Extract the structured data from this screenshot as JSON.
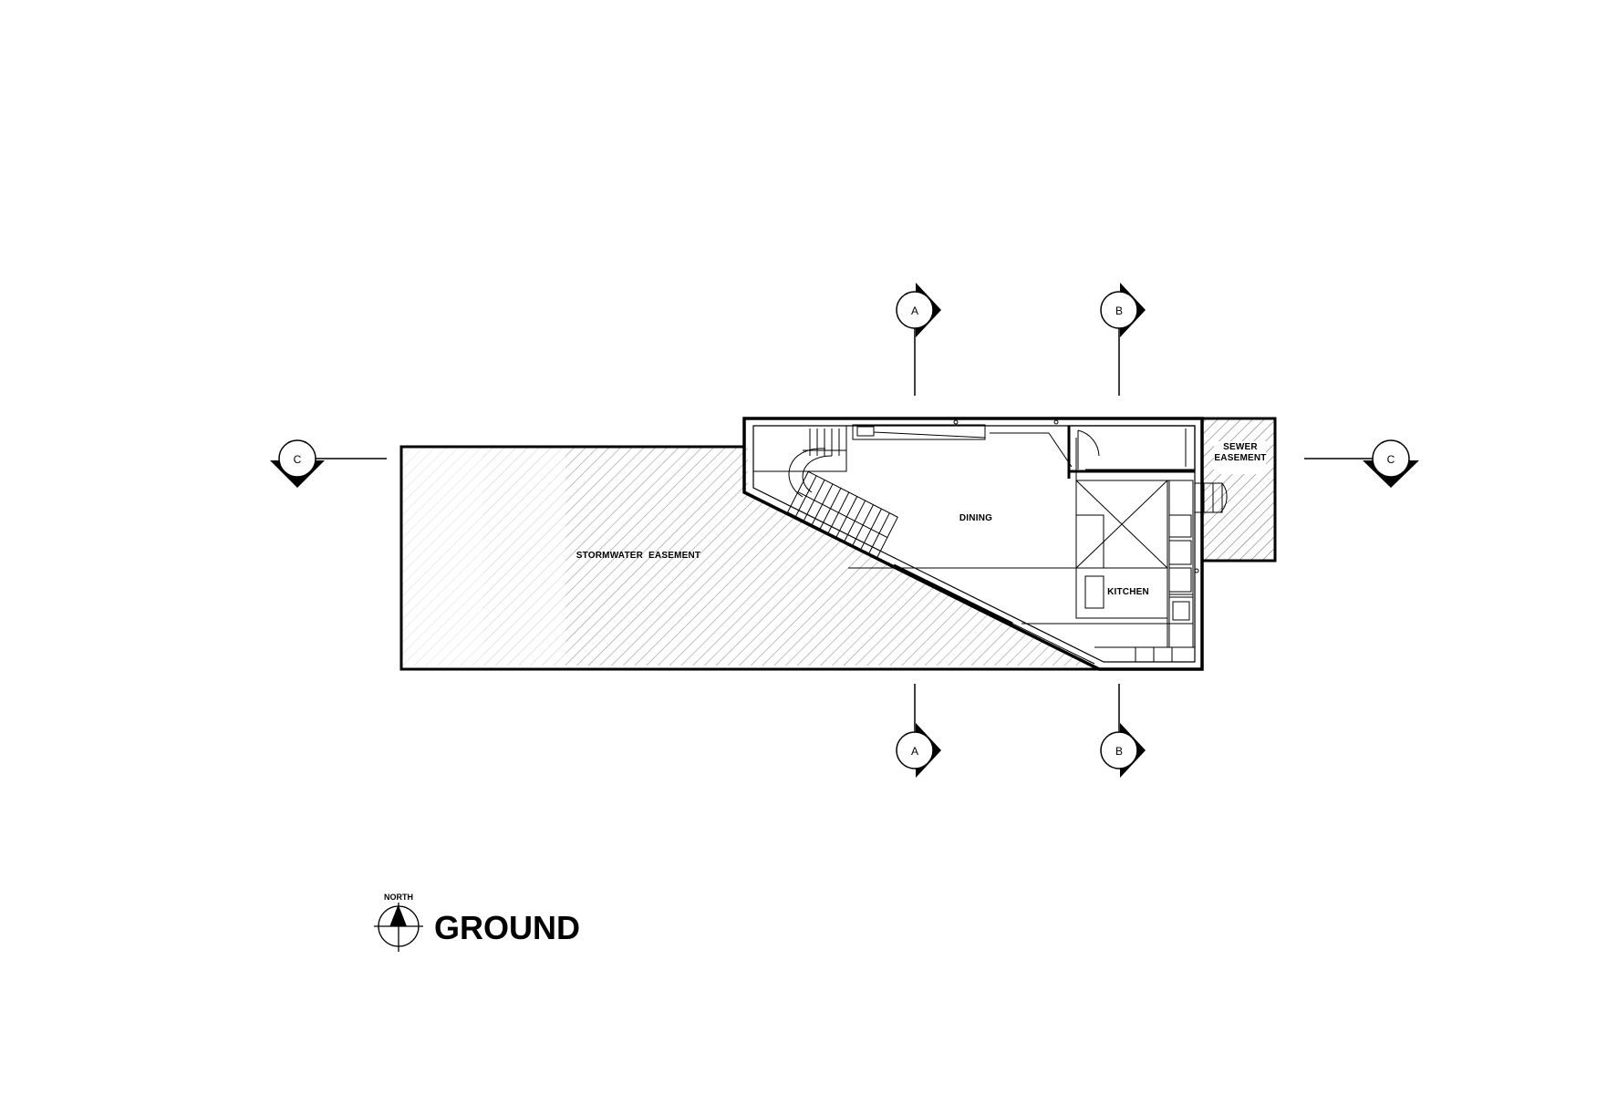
{
  "drawing": {
    "title": "GROUND",
    "north_label": "NORTH"
  },
  "rooms": {
    "dining": "DINING",
    "kitchen": "KITCHEN",
    "stormwater": "STORMWATER  EASEMENT",
    "sewer_line1": "SEWER",
    "sewer_line2": "EASEMENT"
  },
  "section_markers": {
    "a": "A",
    "b": "B",
    "c": "C"
  },
  "icons": {
    "north_arrow": "north-arrow-icon",
    "section_marker": "section-marker-icon"
  },
  "colors": {
    "ink": "#000000",
    "hatch": "#777777",
    "background": "#ffffff"
  }
}
